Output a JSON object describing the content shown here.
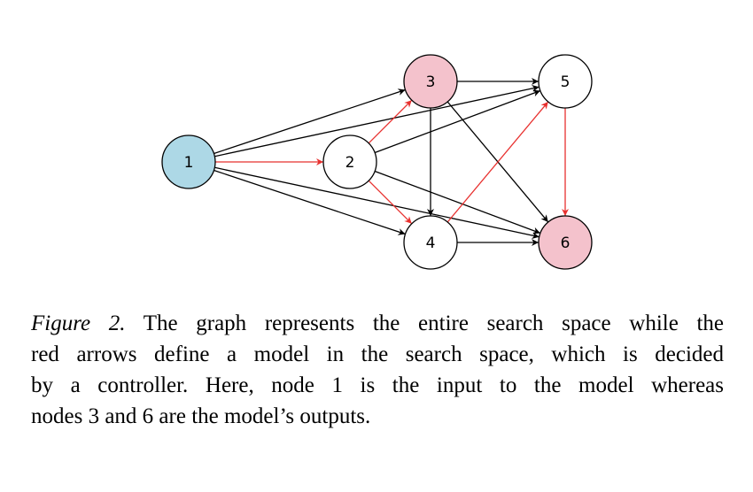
{
  "colors": {
    "input_fill": "#add8e6",
    "output_fill": "#f4c2cc",
    "default_fill": "#ffffff",
    "black_edge": "#000000",
    "red_edge": "#e8312f"
  },
  "nodes": [
    {
      "id": "1",
      "label": "1",
      "role": "input"
    },
    {
      "id": "2",
      "label": "2",
      "role": "default"
    },
    {
      "id": "3",
      "label": "3",
      "role": "output"
    },
    {
      "id": "4",
      "label": "4",
      "role": "default"
    },
    {
      "id": "5",
      "label": "5",
      "role": "default"
    },
    {
      "id": "6",
      "label": "6",
      "role": "output"
    }
  ],
  "edges": [
    {
      "from": "1",
      "to": "2",
      "color": "red"
    },
    {
      "from": "1",
      "to": "3",
      "color": "black"
    },
    {
      "from": "1",
      "to": "4",
      "color": "black"
    },
    {
      "from": "1",
      "to": "5",
      "color": "black"
    },
    {
      "from": "1",
      "to": "6",
      "color": "black"
    },
    {
      "from": "2",
      "to": "3",
      "color": "red"
    },
    {
      "from": "2",
      "to": "4",
      "color": "red"
    },
    {
      "from": "2",
      "to": "5",
      "color": "black"
    },
    {
      "from": "2",
      "to": "6",
      "color": "black"
    },
    {
      "from": "3",
      "to": "4",
      "color": "black"
    },
    {
      "from": "3",
      "to": "5",
      "color": "black"
    },
    {
      "from": "3",
      "to": "6",
      "color": "black"
    },
    {
      "from": "4",
      "to": "5",
      "color": "red"
    },
    {
      "from": "4",
      "to": "6",
      "color": "black"
    },
    {
      "from": "5",
      "to": "6",
      "color": "red"
    }
  ],
  "caption": {
    "lead": "Figure 2.",
    "lines": [
      " The graph represents the entire search space while the",
      "red arrows define a model in the search space, which is decided",
      "by a controller.  Here, node 1 is the input to the model whereas",
      "nodes 3 and 6 are the model’s outputs."
    ]
  }
}
